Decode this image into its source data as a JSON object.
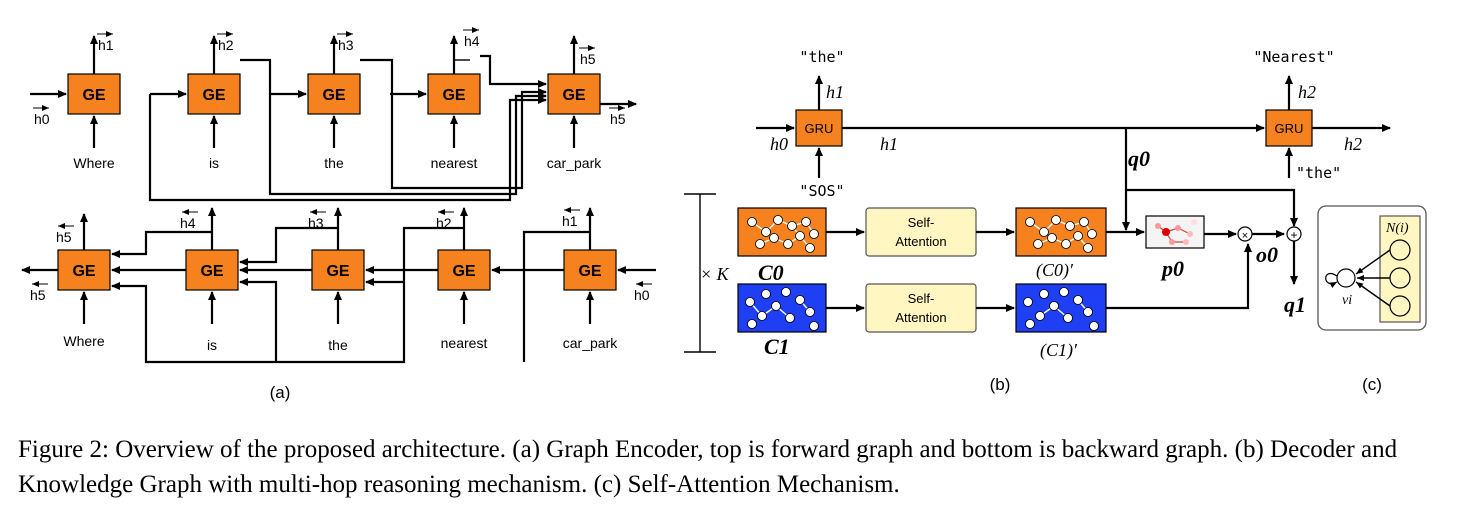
{
  "panel_a": {
    "ge_label": "GE",
    "top_words": [
      "Where",
      "is",
      "the",
      "nearest",
      "car_park"
    ],
    "bottom_words": [
      "Where",
      "is",
      "the",
      "nearest",
      "car_park"
    ],
    "top_h_labels": [
      "h1",
      "h2",
      "h3",
      "h4",
      "h5"
    ],
    "top_h0": "h0",
    "top_h5_out": "h5",
    "bottom_h_labels": [
      "h4",
      "h3",
      "h2",
      "h1"
    ],
    "bottom_h5": "h5",
    "bottom_h5_out": "h5",
    "bottom_h0": "h0",
    "subtitle": "(a)"
  },
  "panel_b": {
    "gru_label": "GRU",
    "the_quote": "\"the\"",
    "nearest_quote": "\"Nearest\"",
    "sos_quote": "\"SOS\"",
    "the_quote_in": "\"the\"",
    "h1_out": "h1",
    "h2_out": "h2",
    "h0": "h0",
    "h1_mid": "h1",
    "h2_right": "h2",
    "q0": "q0",
    "q1": "q1",
    "o0": "o0",
    "p0": "p0",
    "c0": "C0",
    "c1": "C1",
    "c0p": "(C0)′",
    "c1p": "(C1)′",
    "times_k": "× K",
    "self_attention_1": "Self-",
    "self_attention_2": "Attention",
    "subtitle": "(b)",
    "colors": {
      "orange": "#F5821F",
      "blue": "#1F3FF5",
      "yellow": "#FFF6C2"
    }
  },
  "panel_c": {
    "ni": "N(i)",
    "vi": "vi",
    "subtitle": "(c)"
  },
  "caption": "Figure 2: Overview of the proposed architecture. (a) Graph Encoder, top is forward graph and bottom is backward graph. (b) Decoder and Knowledge Graph with multi-hop reasoning mechanism. (c) Self-Attention Mechanism."
}
